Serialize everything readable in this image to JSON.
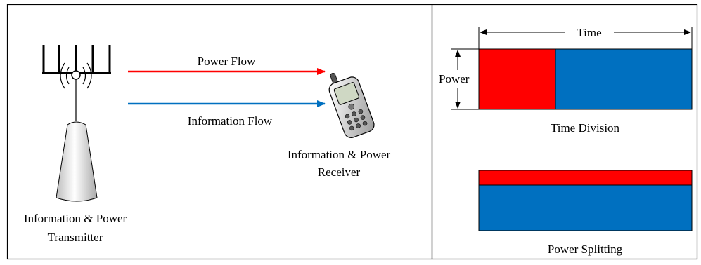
{
  "left_panel": {
    "transmitter_label_line1": "Information & Power",
    "transmitter_label_line2": "Transmitter",
    "power_flow_label": "Power Flow",
    "information_flow_label": "Information Flow",
    "receiver_label_line1": "Information & Power",
    "receiver_label_line2": "Receiver"
  },
  "right_panel": {
    "time_label": "Time",
    "power_label": "Power",
    "time_division_label": "Time Division",
    "power_splitting_label": "Power Splitting"
  },
  "colors": {
    "power": "#ff0000",
    "information": "#0070c0",
    "outline": "#000000"
  },
  "icons": [
    "antenna-tower-icon",
    "mobile-phone-icon"
  ]
}
